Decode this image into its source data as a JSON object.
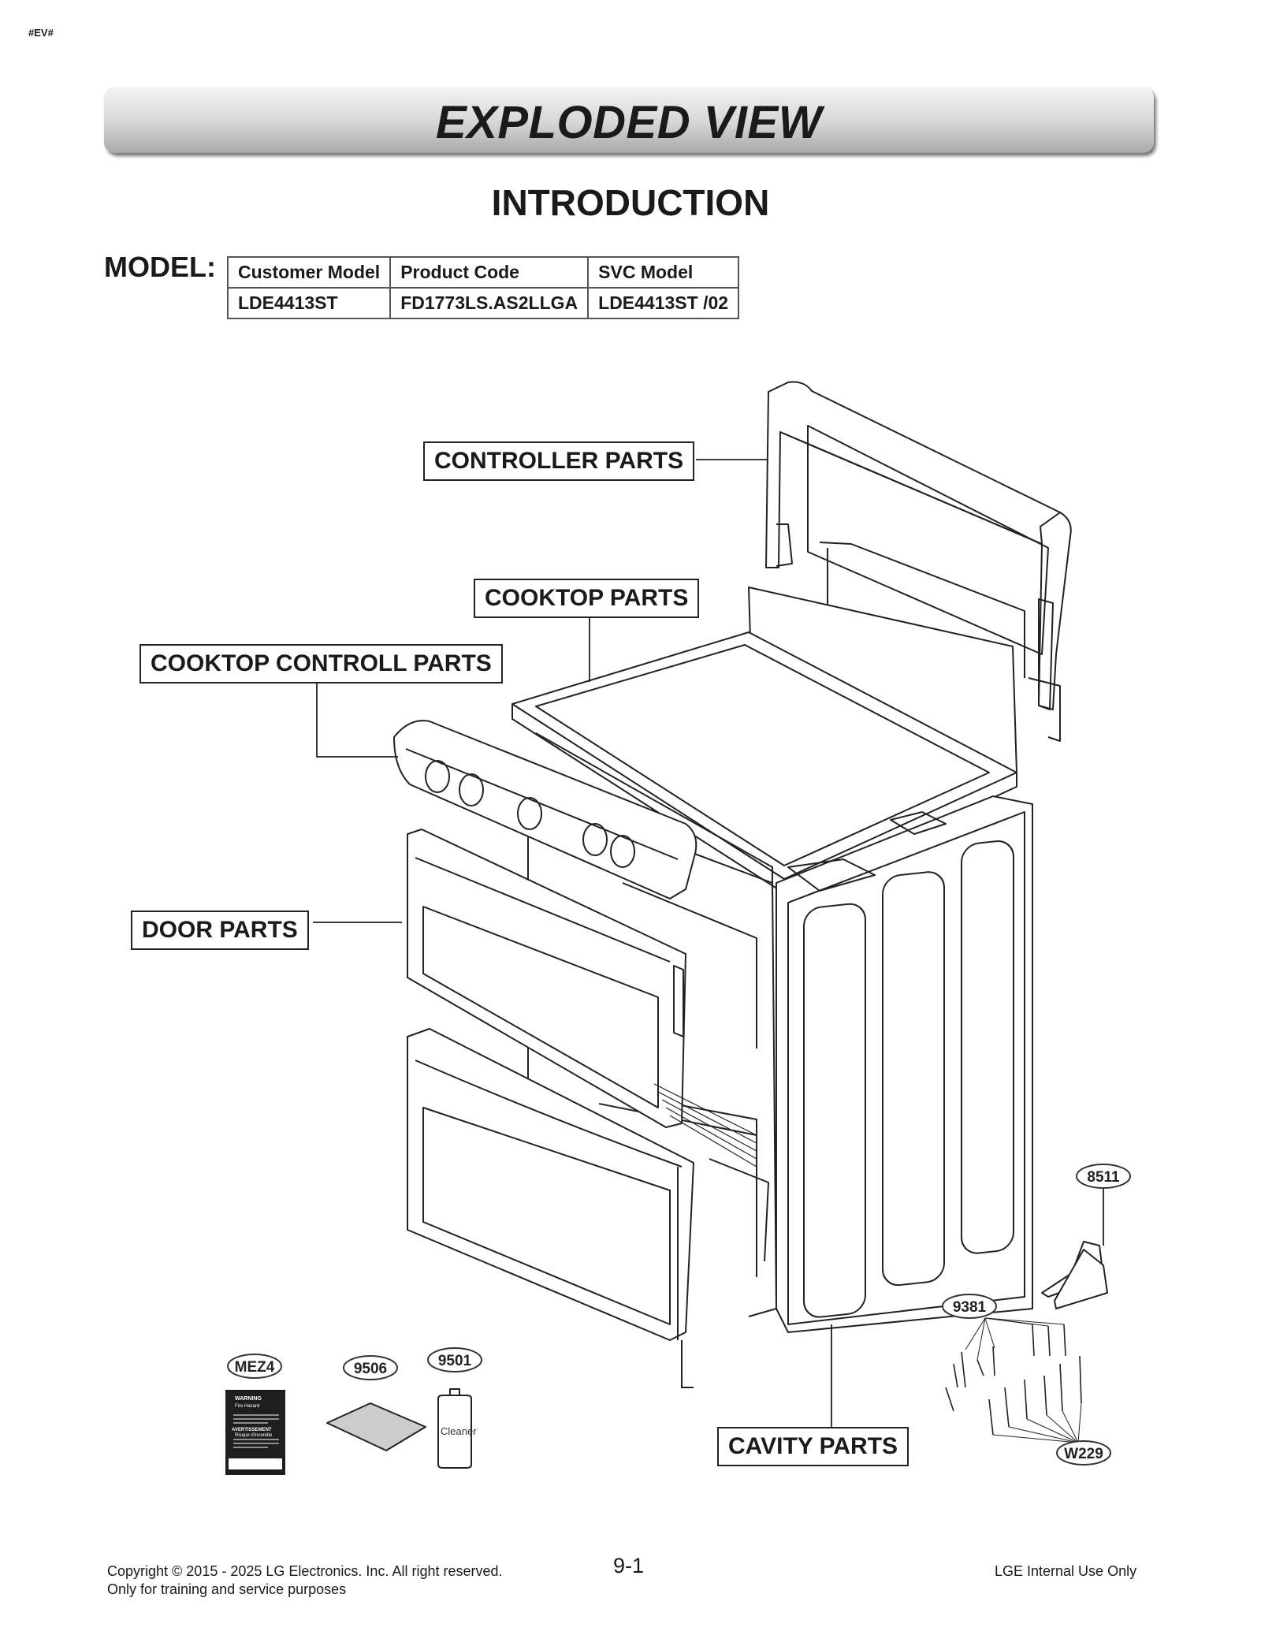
{
  "header_tag": "#EV#",
  "banner_title": "EXPLODED VIEW",
  "subtitle": "INTRODUCTION",
  "model": {
    "label": "MODEL:",
    "headers": [
      "Customer Model",
      "Product Code",
      "SVC Model"
    ],
    "row": [
      "LDE4413ST",
      "FD1773LS.AS2LLGA",
      "LDE4413ST /02"
    ]
  },
  "callouts": {
    "controller": "CONTROLLER PARTS",
    "cooktop": "COOKTOP PARTS",
    "cooktop_control": "COOKTOP CONTROLL PARTS",
    "door": "DOOR PARTS",
    "cavity": "CAVITY PARTS"
  },
  "part_labels": {
    "p8511": "8511",
    "p9381": "9381",
    "mez4": "MEZ4",
    "p9506": "9506",
    "p9501": "9501",
    "w229": "W229"
  },
  "cleaner_label": "Cleaner",
  "warning_label": {
    "warning": "WARNING",
    "warning_sub": "Fire Hazard",
    "avert": "AVERTISSEMENT",
    "avert_sub": "Risque d'incendie"
  },
  "footer": {
    "copyright": "Copyright © 2015 - 2025 LG Electronics. Inc. All right reserved.",
    "note": "Only for training and service purposes",
    "page": "9-1",
    "internal": "LGE Internal Use Only"
  }
}
